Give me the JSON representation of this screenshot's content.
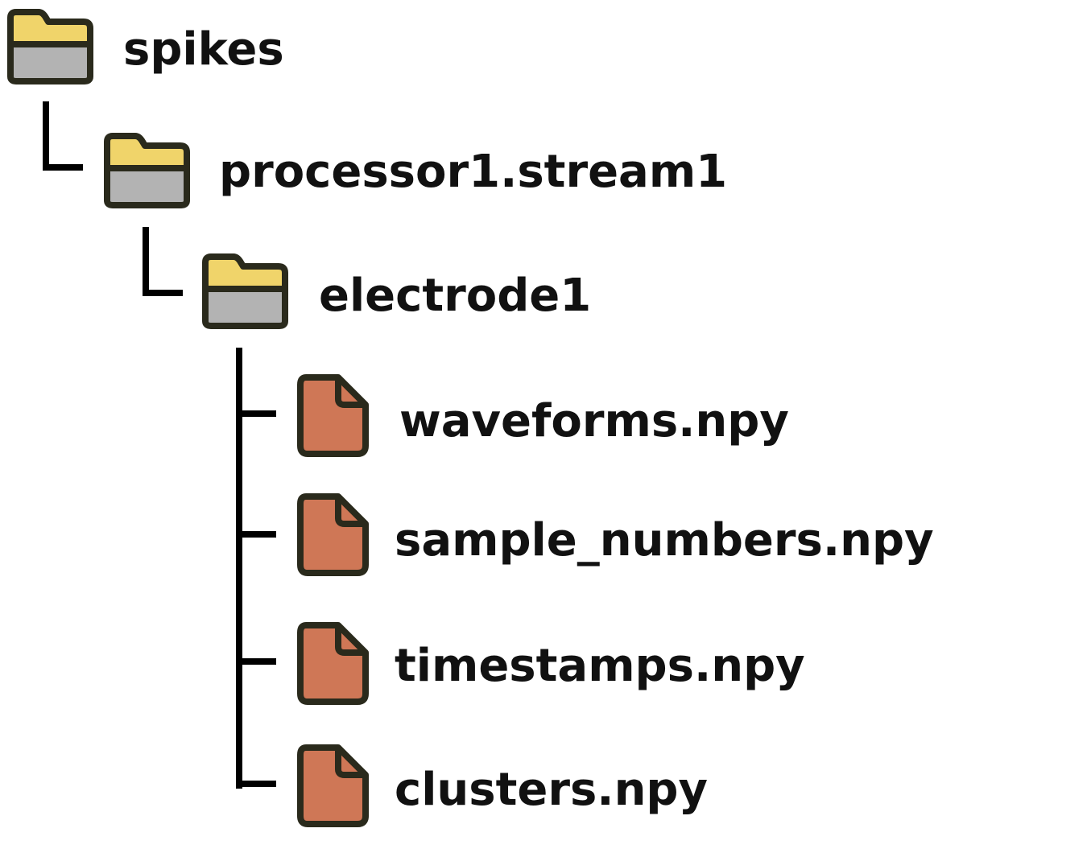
{
  "tree": {
    "colors": {
      "folder_tab": "#f0d46a",
      "folder_body": "#b3b3b3",
      "file_fill": "#cf7756",
      "outline": "#2a2a1c",
      "connector": "#000000",
      "text": "#111111"
    },
    "nodes": [
      {
        "id": "spikes",
        "label": "spikes",
        "kind": "folder",
        "icon": "folder-icon"
      },
      {
        "id": "processor",
        "label": "processor1.stream1",
        "kind": "folder",
        "icon": "folder-icon"
      },
      {
        "id": "electrode",
        "label": "electrode1",
        "kind": "folder",
        "icon": "folder-icon"
      },
      {
        "id": "waveforms",
        "label": "waveforms.npy",
        "kind": "file",
        "icon": "file-icon"
      },
      {
        "id": "sample-numbers",
        "label": "sample_numbers.npy",
        "kind": "file",
        "icon": "file-icon"
      },
      {
        "id": "timestamps",
        "label": "timestamps.npy",
        "kind": "file",
        "icon": "file-icon"
      },
      {
        "id": "clusters",
        "label": "clusters.npy",
        "kind": "file",
        "icon": "file-icon"
      }
    ]
  }
}
